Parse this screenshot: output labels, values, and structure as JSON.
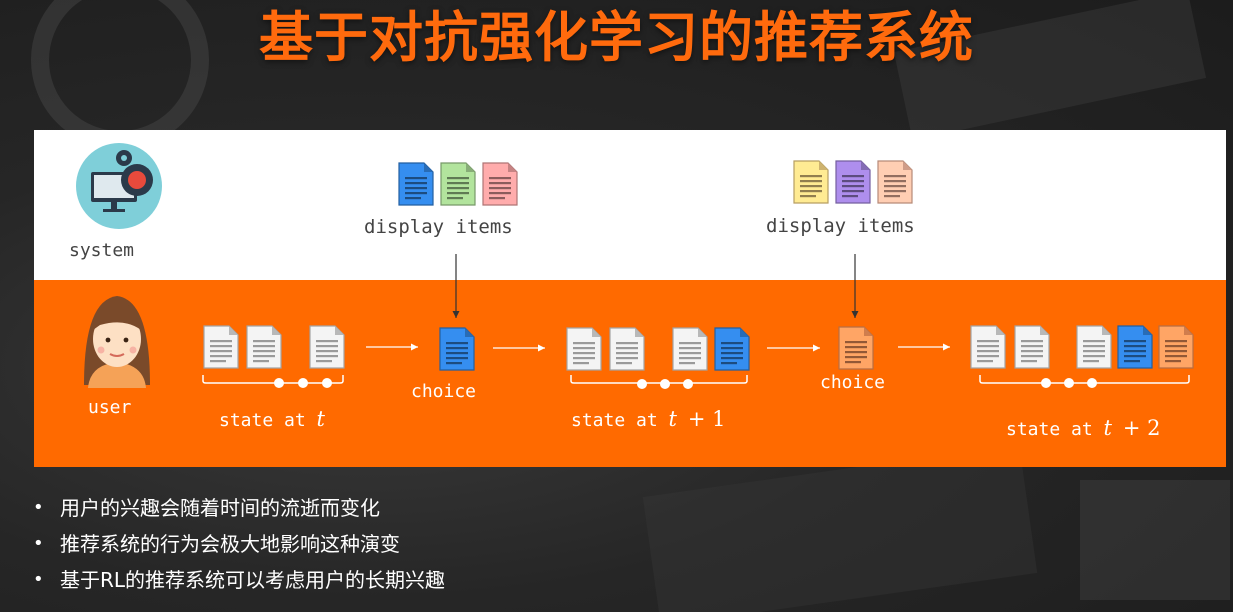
{
  "title": "基于对抗强化学习的推荐系统",
  "diagram": {
    "system_label": "system",
    "user_label": "user",
    "display_label_1": "display items",
    "display_label_2": "display items",
    "choice_label_1": "choice",
    "choice_label_2": "choice",
    "state_1": {
      "prefix": "state at",
      "var": "t",
      "suffix": ""
    },
    "state_2": {
      "prefix": "state at",
      "var": "t",
      "suffix": "+ 1"
    },
    "state_3": {
      "prefix": "state at",
      "var": "t",
      "suffix": "+ 2"
    }
  },
  "bullets": [
    "用户的兴趣会随着时间的流逝而变化",
    "推荐系统的行为会极大地影响这种演变",
    "基于RL的推荐系统可以考虑用户的长期兴趣"
  ],
  "colors": {
    "accent": "#ff6a00",
    "doc_gray": "#d9d9d9",
    "doc_blue": "#2f7fd6",
    "doc_green": "#9fcc8c",
    "doc_red": "#e99a9a",
    "doc_yellow": "#f2d283",
    "doc_purple": "#9b7fd4",
    "doc_peach": "#f3b8a0",
    "doc_orange": "#f5935a"
  },
  "icons": {
    "system": "monitor-gear-icon",
    "user": "user-avatar-icon",
    "document": "document-icon"
  }
}
